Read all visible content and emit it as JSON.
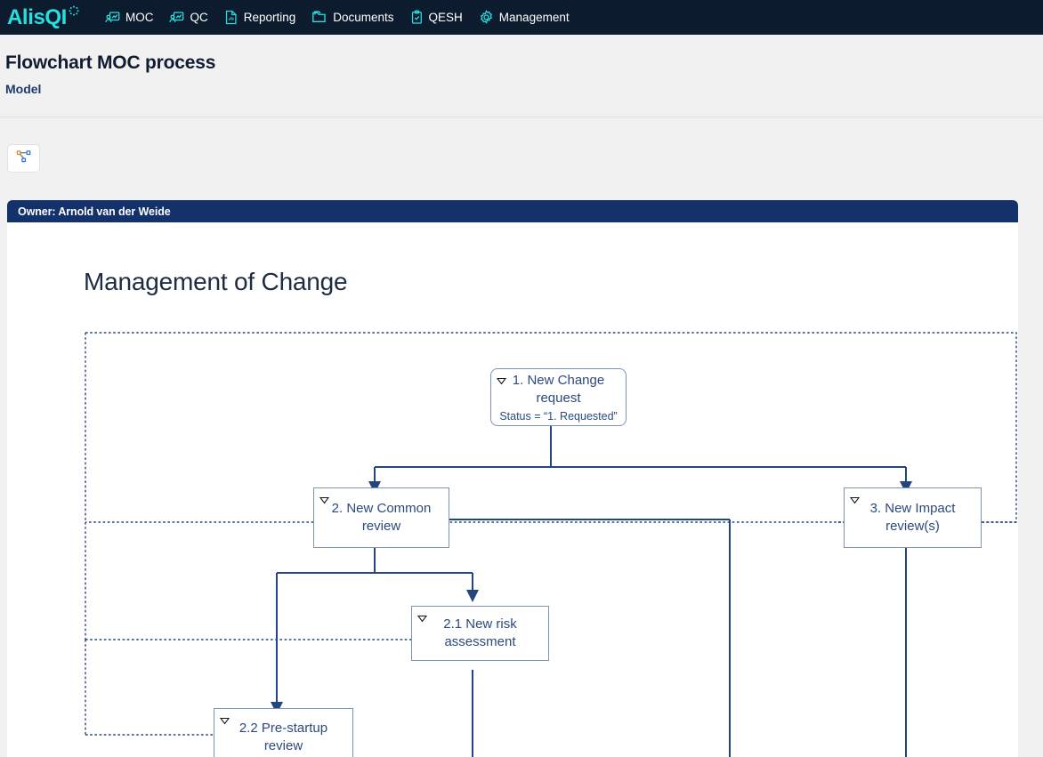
{
  "topnav": {
    "brand": "AlisQI",
    "brand_color": "#25e0e0",
    "background_color": "#0d1b2e",
    "items": [
      {
        "label": "MOC",
        "icon": "user-chart-icon"
      },
      {
        "label": "QC",
        "icon": "user-chart-icon"
      },
      {
        "label": "Reporting",
        "icon": "document-chart-icon"
      },
      {
        "label": "Documents",
        "icon": "folder-icon"
      },
      {
        "label": "QESH",
        "icon": "clipboard-check-icon"
      },
      {
        "label": "Management",
        "icon": "gear-icon"
      }
    ]
  },
  "header": {
    "title": "Flowchart MOC process",
    "subtitle": "Model"
  },
  "toolbar": {
    "buttons": [
      {
        "name": "sitemap-button",
        "icon": "sitemap-icon",
        "label": ""
      }
    ]
  },
  "flow_card": {
    "owner_label": "Owner: Arnold van der Weide",
    "owner_bar_color": "#13316b",
    "diagram_title": "Management of Change",
    "node_border_color": "#7f93b5",
    "node_text_color": "#2b4a7d",
    "connector_color": "#23467e",
    "lane_border_color": "#23467e",
    "nodes": [
      {
        "id": "n1",
        "title": "1. New Change\nrequest",
        "subtitle": "Status = “1. Requested”",
        "shape": "rounded",
        "caret": true
      },
      {
        "id": "n2",
        "title": "2. New Common\nreview",
        "subtitle": "",
        "shape": "rect",
        "caret": true
      },
      {
        "id": "n3",
        "title": "3. New Impact\nreview(s)",
        "subtitle": "",
        "shape": "rect",
        "caret": true
      },
      {
        "id": "n21",
        "title": "2.1 New risk\nassessment",
        "subtitle": "",
        "shape": "rect",
        "caret": true
      },
      {
        "id": "n22",
        "title": "2.2 Pre-startup\nreview",
        "subtitle": "",
        "shape": "rect",
        "caret": true
      }
    ]
  }
}
